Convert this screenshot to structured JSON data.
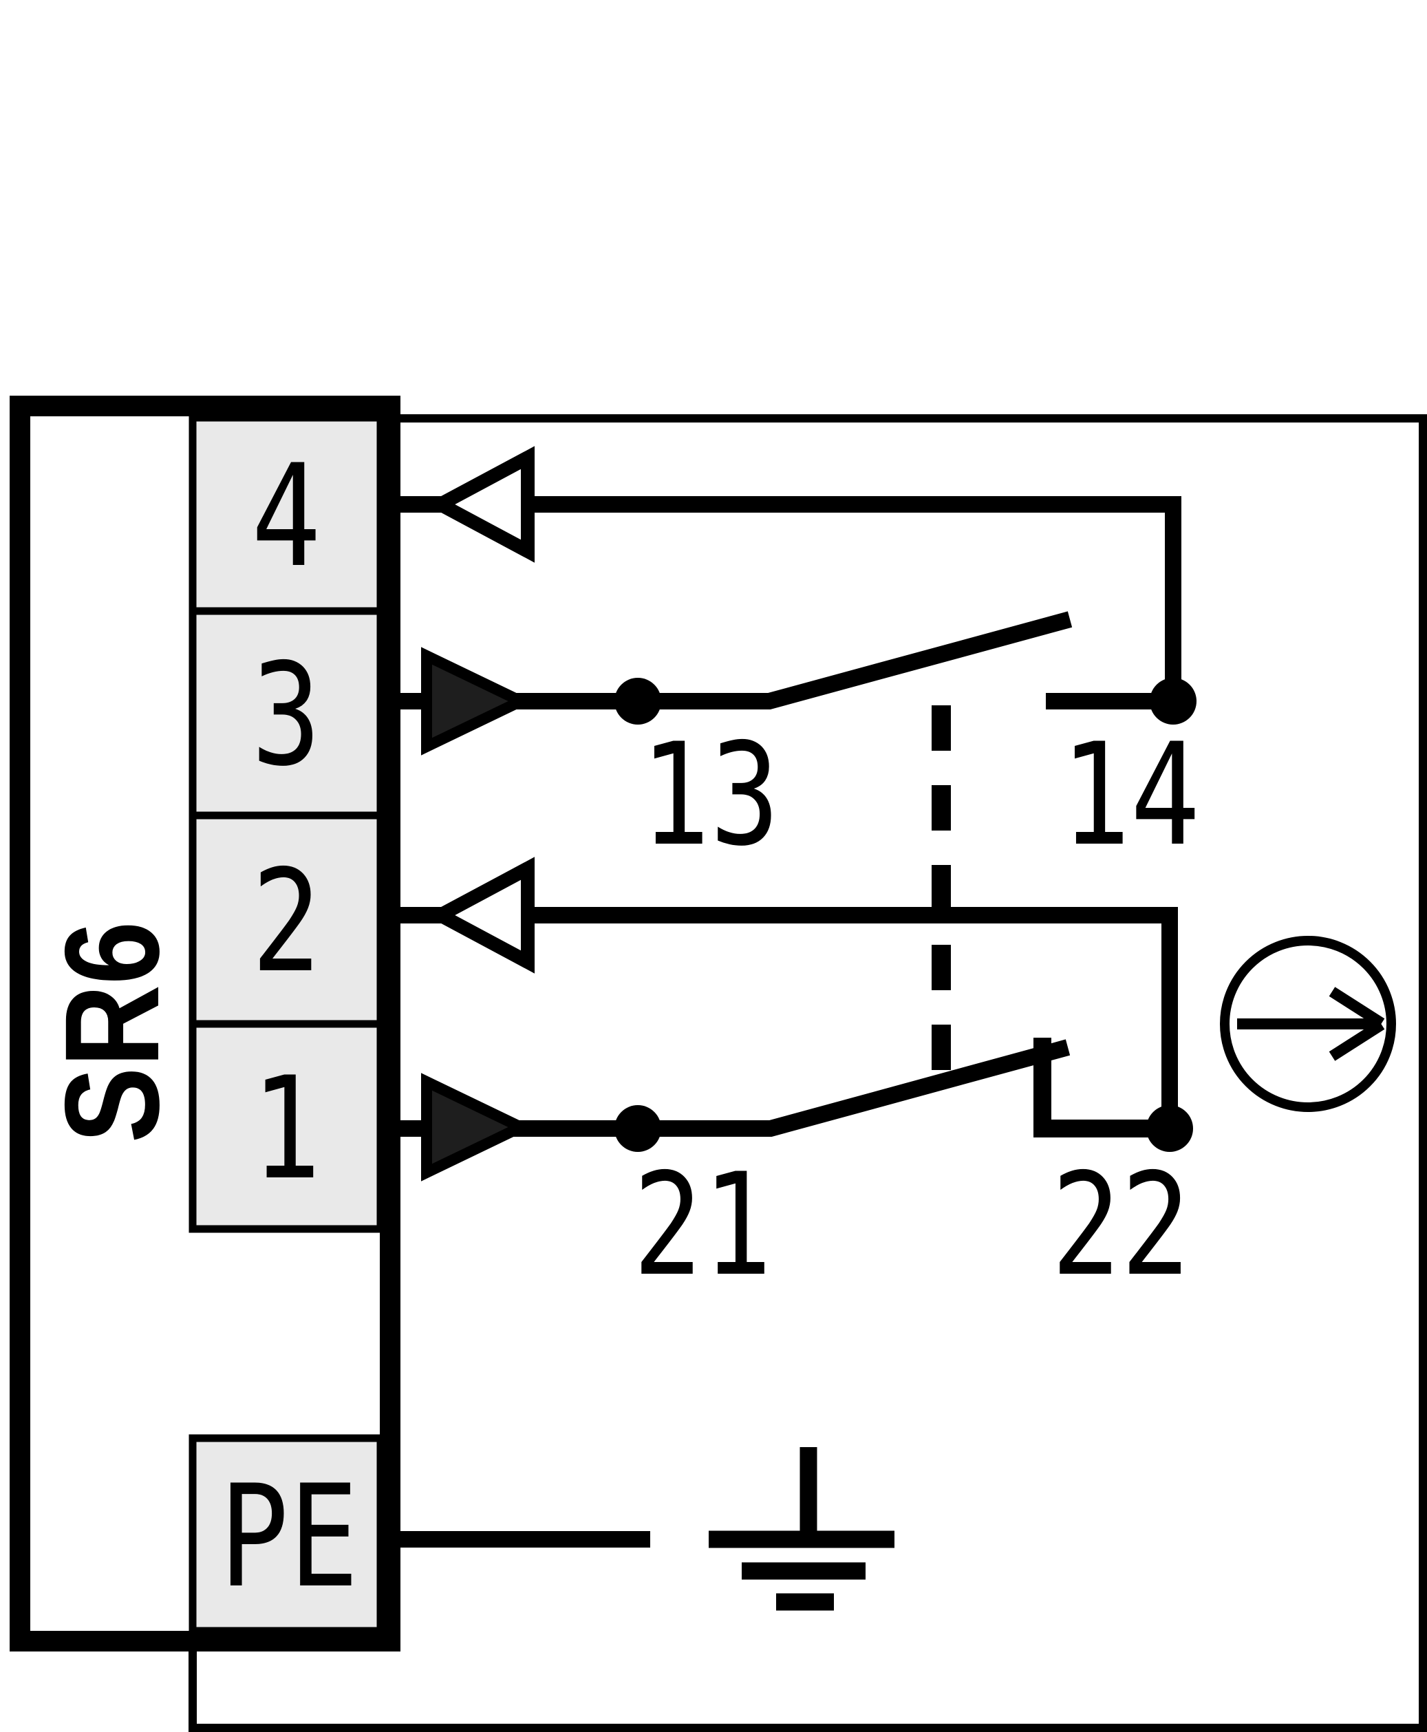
{
  "device": {
    "label": "SR6",
    "type_note": "safety switch wiring diagram"
  },
  "terminal_strip": {
    "terminals": [
      {
        "label": "4"
      },
      {
        "label": "3"
      },
      {
        "label": "2"
      },
      {
        "label": "1"
      },
      {
        "label": "PE"
      }
    ]
  },
  "contacts": {
    "no": {
      "left_label": "13",
      "right_label": "14",
      "kind": "normally-open"
    },
    "nc": {
      "left_label": "21",
      "right_label": "22",
      "kind": "normally-closed"
    }
  },
  "symbols": {
    "output_arrow": "hollow-left-triangle-icon",
    "input_arrow": "filled-right-triangle-icon",
    "mechanical_link": "vertical-dashed-line",
    "positive_opening": "arrow-in-circle-icon",
    "earth": "protective-earth-ground-icon"
  },
  "colors": {
    "line": "#000000",
    "background": "#ffffff",
    "terminal_fill": "#e9e9e9",
    "input_arrow_fill": "#1e1e1e"
  }
}
